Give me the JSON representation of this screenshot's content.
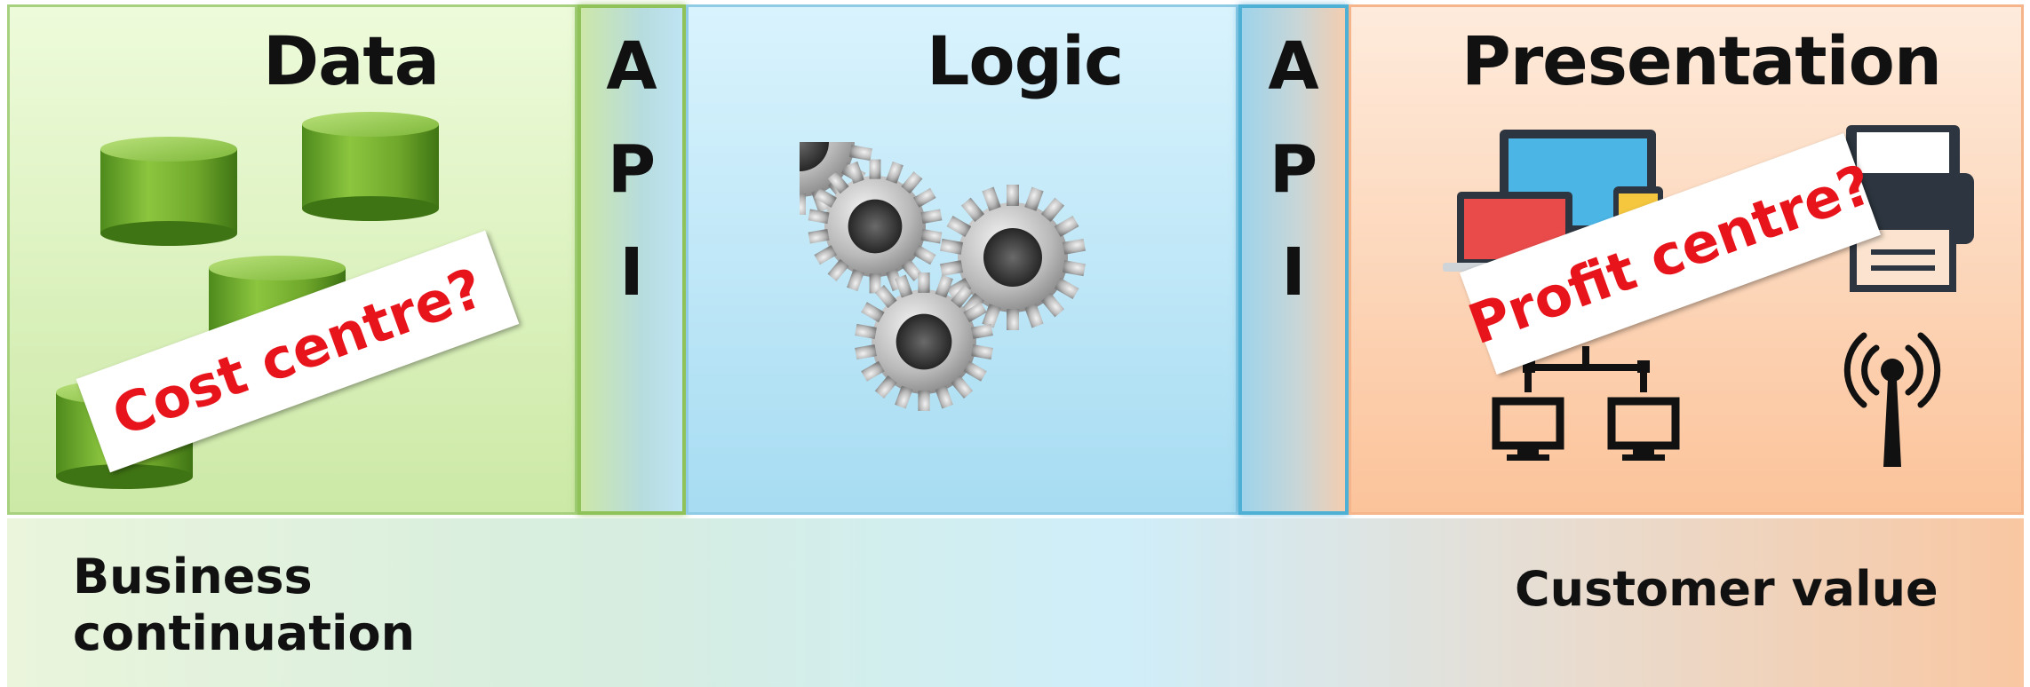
{
  "panels": {
    "data": {
      "title": "Data"
    },
    "logic": {
      "title": "Logic"
    },
    "presentation": {
      "title": "Presentation"
    }
  },
  "api_left": {
    "letters": [
      "A",
      "P",
      "I"
    ]
  },
  "api_right": {
    "letters": [
      "A",
      "P",
      "I"
    ]
  },
  "banners": {
    "cost": "Cost centre?",
    "profit": "Profit centre?"
  },
  "captions": {
    "left_line1": "Business",
    "left_line2": "continuation",
    "right": "Customer value"
  },
  "colors": {
    "data_panel": "#d9f0bd",
    "logic_panel": "#bfe6f7",
    "presentation_panel": "#fcd3b4",
    "banner_text": "#e8141b",
    "cylinder_green": "#6fa82b"
  }
}
